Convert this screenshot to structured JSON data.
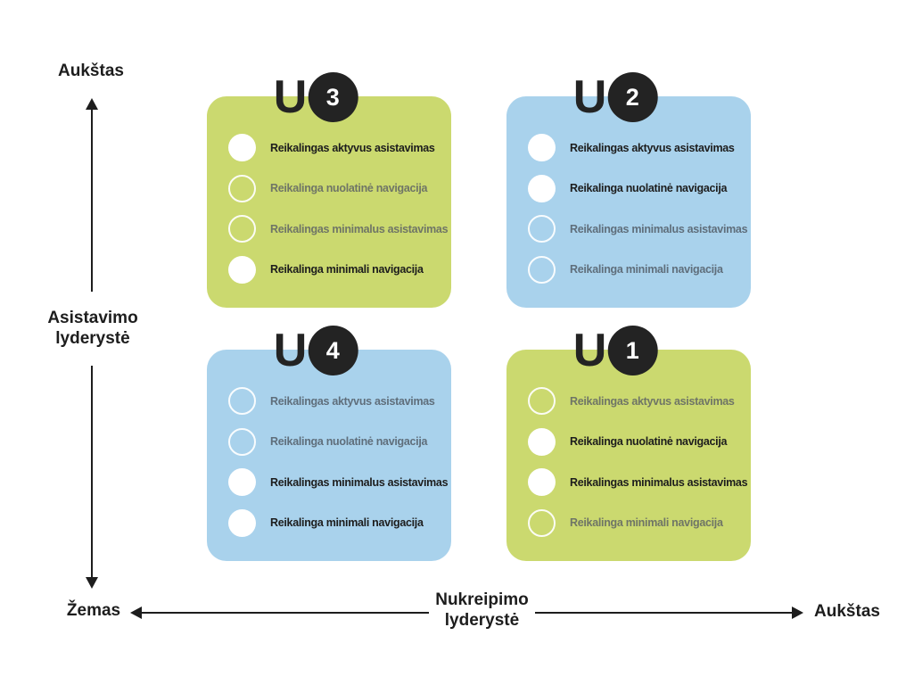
{
  "colors": {
    "background": "#ffffff",
    "card_green": "#cbd96f",
    "card_blue": "#a9d2ec",
    "badge_background": "#232323",
    "badge_number": "#ffffff",
    "active_text": "#1d1d1d",
    "muted_text_on_green": "#6f7566",
    "muted_text_on_blue": "#5f6e7b",
    "axis": "#1d1d1d",
    "bullet_fill": "#ffffff"
  },
  "axis": {
    "vertical": {
      "top": "Aukštas",
      "label_line1": "Asistavimo",
      "label_line2": "lyderystė",
      "bottom": "Žemas"
    },
    "horizontal": {
      "label_line1": "Nukreipimo",
      "label_line2": "lyderystė",
      "right": "Aukštas"
    }
  },
  "cards": [
    {
      "name": "U3",
      "letter": "U",
      "number": "3",
      "tint": "green",
      "quadrant": "top-left",
      "items": [
        {
          "label": "Reikalingas aktyvus asistavimas",
          "state": "active"
        },
        {
          "label": "Reikalinga nuolatinė navigacija",
          "state": "muted"
        },
        {
          "label": "Reikalingas minimalus asistavimas",
          "state": "muted"
        },
        {
          "label": "Reikalinga minimali navigacija",
          "state": "active"
        }
      ]
    },
    {
      "name": "U2",
      "letter": "U",
      "number": "2",
      "tint": "blue",
      "quadrant": "top-right",
      "items": [
        {
          "label": "Reikalingas aktyvus asistavimas",
          "state": "active"
        },
        {
          "label": "Reikalinga nuolatinė navigacija",
          "state": "active"
        },
        {
          "label": "Reikalingas minimalus asistavimas",
          "state": "muted"
        },
        {
          "label": "Reikalinga minimali navigacija",
          "state": "muted"
        }
      ]
    },
    {
      "name": "U4",
      "letter": "U",
      "number": "4",
      "tint": "blue",
      "quadrant": "bottom-left",
      "items": [
        {
          "label": "Reikalingas aktyvus asistavimas",
          "state": "muted"
        },
        {
          "label": "Reikalinga nuolatinė navigacija",
          "state": "muted"
        },
        {
          "label": "Reikalingas minimalus asistavimas",
          "state": "active"
        },
        {
          "label": "Reikalinga minimali navigacija",
          "state": "active"
        }
      ]
    },
    {
      "name": "U1",
      "letter": "U",
      "number": "1",
      "tint": "green",
      "quadrant": "bottom-right",
      "items": [
        {
          "label": "Reikalingas aktyvus asistavimas",
          "state": "muted"
        },
        {
          "label": "Reikalinga nuolatinė navigacija",
          "state": "active"
        },
        {
          "label": "Reikalingas minimalus asistavimas",
          "state": "active"
        },
        {
          "label": "Reikalinga minimali navigacija",
          "state": "muted"
        }
      ]
    }
  ]
}
